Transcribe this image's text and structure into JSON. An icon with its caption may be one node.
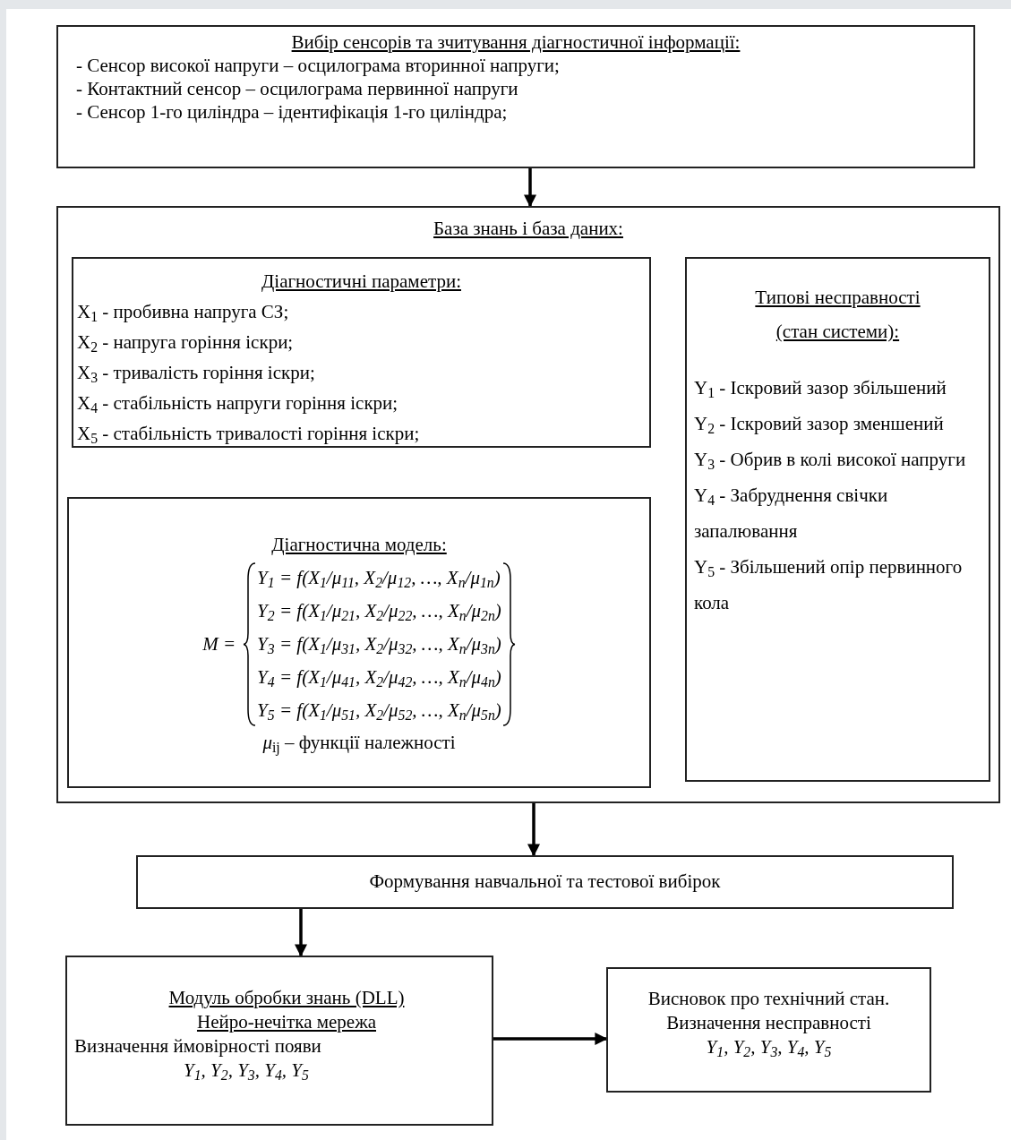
{
  "diagram": {
    "nodes": [
      {
        "text": [
          "Вибір сенсорів та зчитування діагностичної інформації:",
          "- Сенсор високої напруги – осцилограма вторинної напруги;",
          "- Контактний сенсор – осцилограма первинної напруги",
          "- Сенсор 1-го циліндра – ідентифікація 1-го циліндра;"
        ]
      },
      {
        "text": [
          "База знань і база даних:"
        ]
      },
      {
        "text": [
          "Діагностичні параметри:",
          "X$_{1}$ - пробивна напруга СЗ;",
          "X$_{2}$ - напруга горіння іскри;",
          "X$_{3}$ - тривалість горіння іскри;",
          "X$_{4}$ - стабільність напруги горіння іскри;",
          "X$_{5}$ - стабільність тривалості горіння іскри;"
        ],
        "in": 1
      },
      {
        "text": [
          "Діагностична модель:",
          "M =",
          "Y$_{1}$ = f(X$_{1}$/μ$_{11}$, X$_{2}$/μ$_{12}$, …, X$_{n}$/μ$_{1n}$)",
          "Y$_{2}$ = f(X$_{1}$/μ$_{21}$, X$_{2}$/μ$_{22}$, …, X$_{n}$/μ$_{2n}$)",
          "Y$_{3}$ = f(X$_{1}$/μ$_{31}$, X$_{2}$/μ$_{32}$, …, X$_{n}$/μ$_{3n}$)",
          "Y$_{4}$ = f(X$_{1}$/μ$_{41}$, X$_{2}$/μ$_{42}$, …, X$_{n}$/μ$_{4n}$)",
          "Y$_{5}$ = f(X$_{1}$/μ$_{51}$, X$_{2}$/μ$_{52}$, …, X$_{n}$/μ$_{5n}$)",
          "*μ*$_{ij}$ – функції належності"
        ],
        "in": 1
      },
      {
        "text": [
          "Типові несправності (стан системи):",
          "Y$_{1}$ - Іскровий зазор збільшений",
          "Y$_{2}$ - Іскровий зазор зменшений",
          "Y$_{3}$ - Обрив в колі високої напруги",
          "Y$_{4}$ - Забруднення свічки запалювання",
          "Y$_{5}$ - Збільшений опір первинного кола"
        ],
        "in": 1
      },
      {
        "text": [
          "Формування навчальної та тестової вибірок"
        ]
      },
      {
        "text": [
          "Модуль обробки знань (DLL)",
          "Нейро-нечітка мережа",
          "Визначення ймовірності появи",
          "Y$_{1}$, Y$_{2}$, Y$_{3}$, Y$_{4}$, Y$_{5}$"
        ]
      },
      {
        "text": [
          "Висновок про технічний стан.",
          "Визначення несправності",
          "Y$_{1}$, Y$_{2}$, Y$_{3}$, Y$_{4}$, Y$_{5}$"
        ]
      }
    ],
    "edges": [
      {
        "from": 0,
        "to": 1,
        "arrow": "to"
      },
      {
        "from": 1,
        "to": 5,
        "arrow": "to"
      },
      {
        "from": 5,
        "to": 6,
        "arrow": "to"
      },
      {
        "from": 6,
        "to": 7,
        "arrow": "to"
      }
    ]
  }
}
